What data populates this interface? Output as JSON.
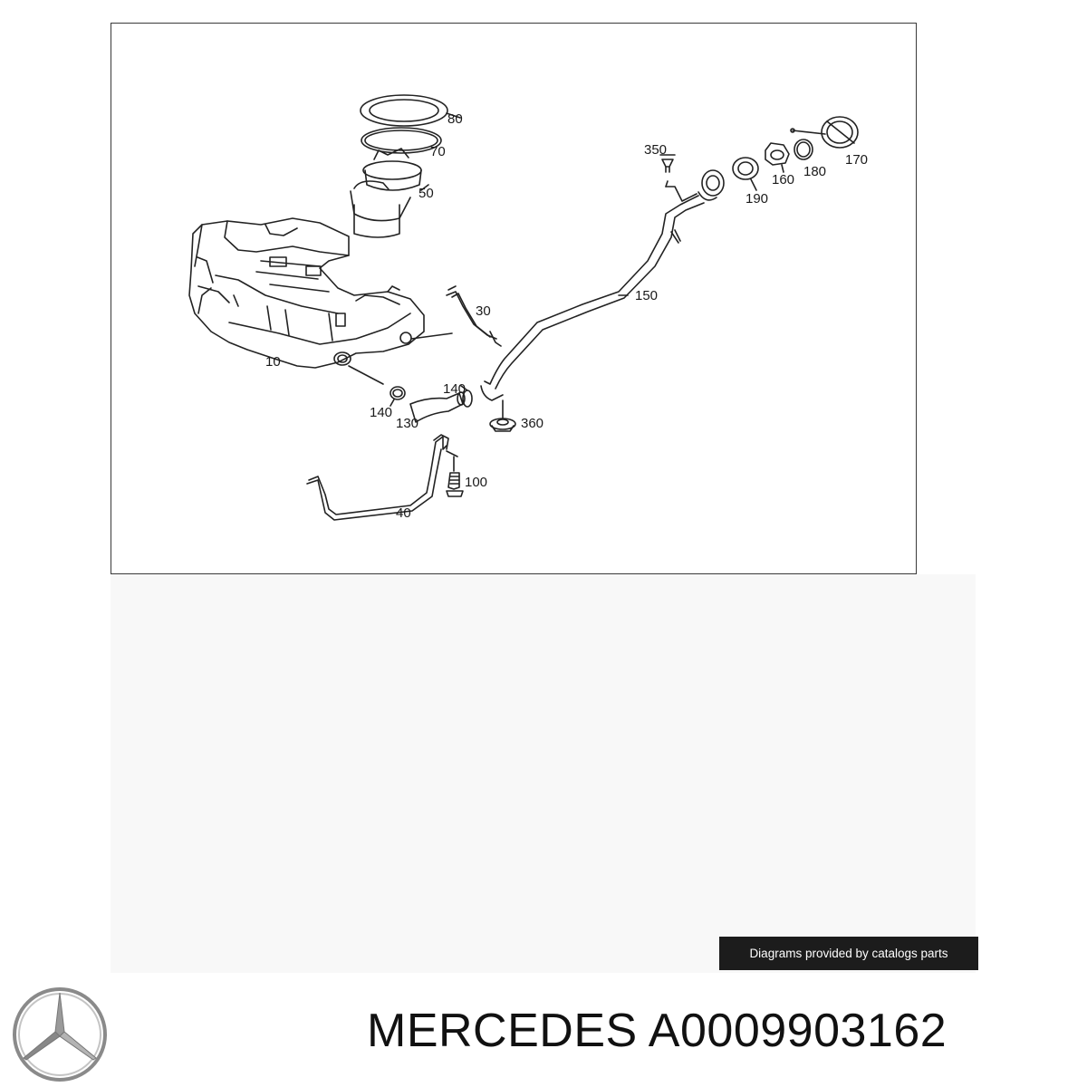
{
  "diagram": {
    "part_labels": {
      "p80": "80",
      "p70": "70",
      "p50": "50",
      "p350": "350",
      "p160": "160",
      "p180": "180",
      "p170": "170",
      "p190": "190",
      "p150": "150",
      "p30": "30",
      "p10": "10",
      "p140a": "140",
      "p140b": "140",
      "p130": "130",
      "p360": "360",
      "p100": "100",
      "p40": "40"
    },
    "line_color": "#222222"
  },
  "credit": {
    "text": "Diagrams provided by catalogs parts"
  },
  "footer": {
    "brand": "MERCEDES",
    "part_number": "A0009903162"
  },
  "logo": {
    "icon": "mercedes-star-icon"
  }
}
